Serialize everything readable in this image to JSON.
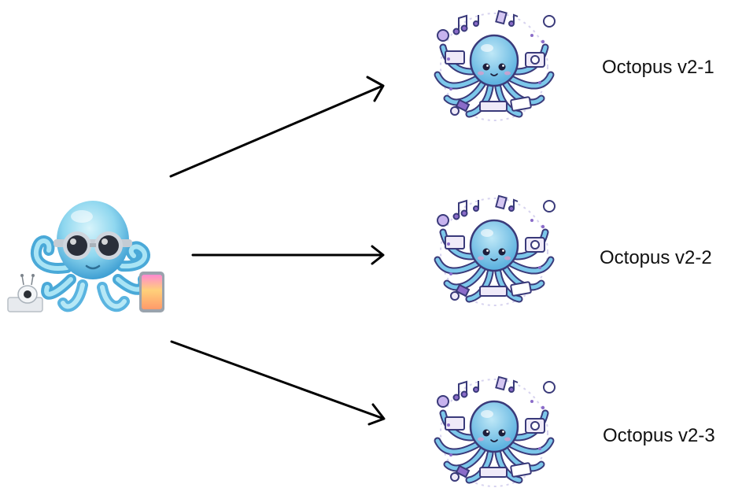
{
  "colors": {
    "arrow": "#000000",
    "source_body": "#7fd3ef",
    "source_body_dark": "#4aa9d8",
    "goggles": "#2a2f3a",
    "goggle_rim": "#cfd6de",
    "target_body": "#7cc7ea",
    "target_outline": "#3a3a7a",
    "target_accent": "#8b6cc9",
    "target_ring": "#c9c4ea"
  },
  "source": {
    "icon": "octopus-with-goggles-robot-phone-icon"
  },
  "targets": [
    {
      "label": "Octopus v2-1",
      "icon": "octopus-with-gadgets-icon"
    },
    {
      "label": "Octopus v2-2",
      "icon": "octopus-with-gadgets-icon"
    },
    {
      "label": "Octopus v2-3",
      "icon": "octopus-with-gadgets-icon"
    }
  ]
}
